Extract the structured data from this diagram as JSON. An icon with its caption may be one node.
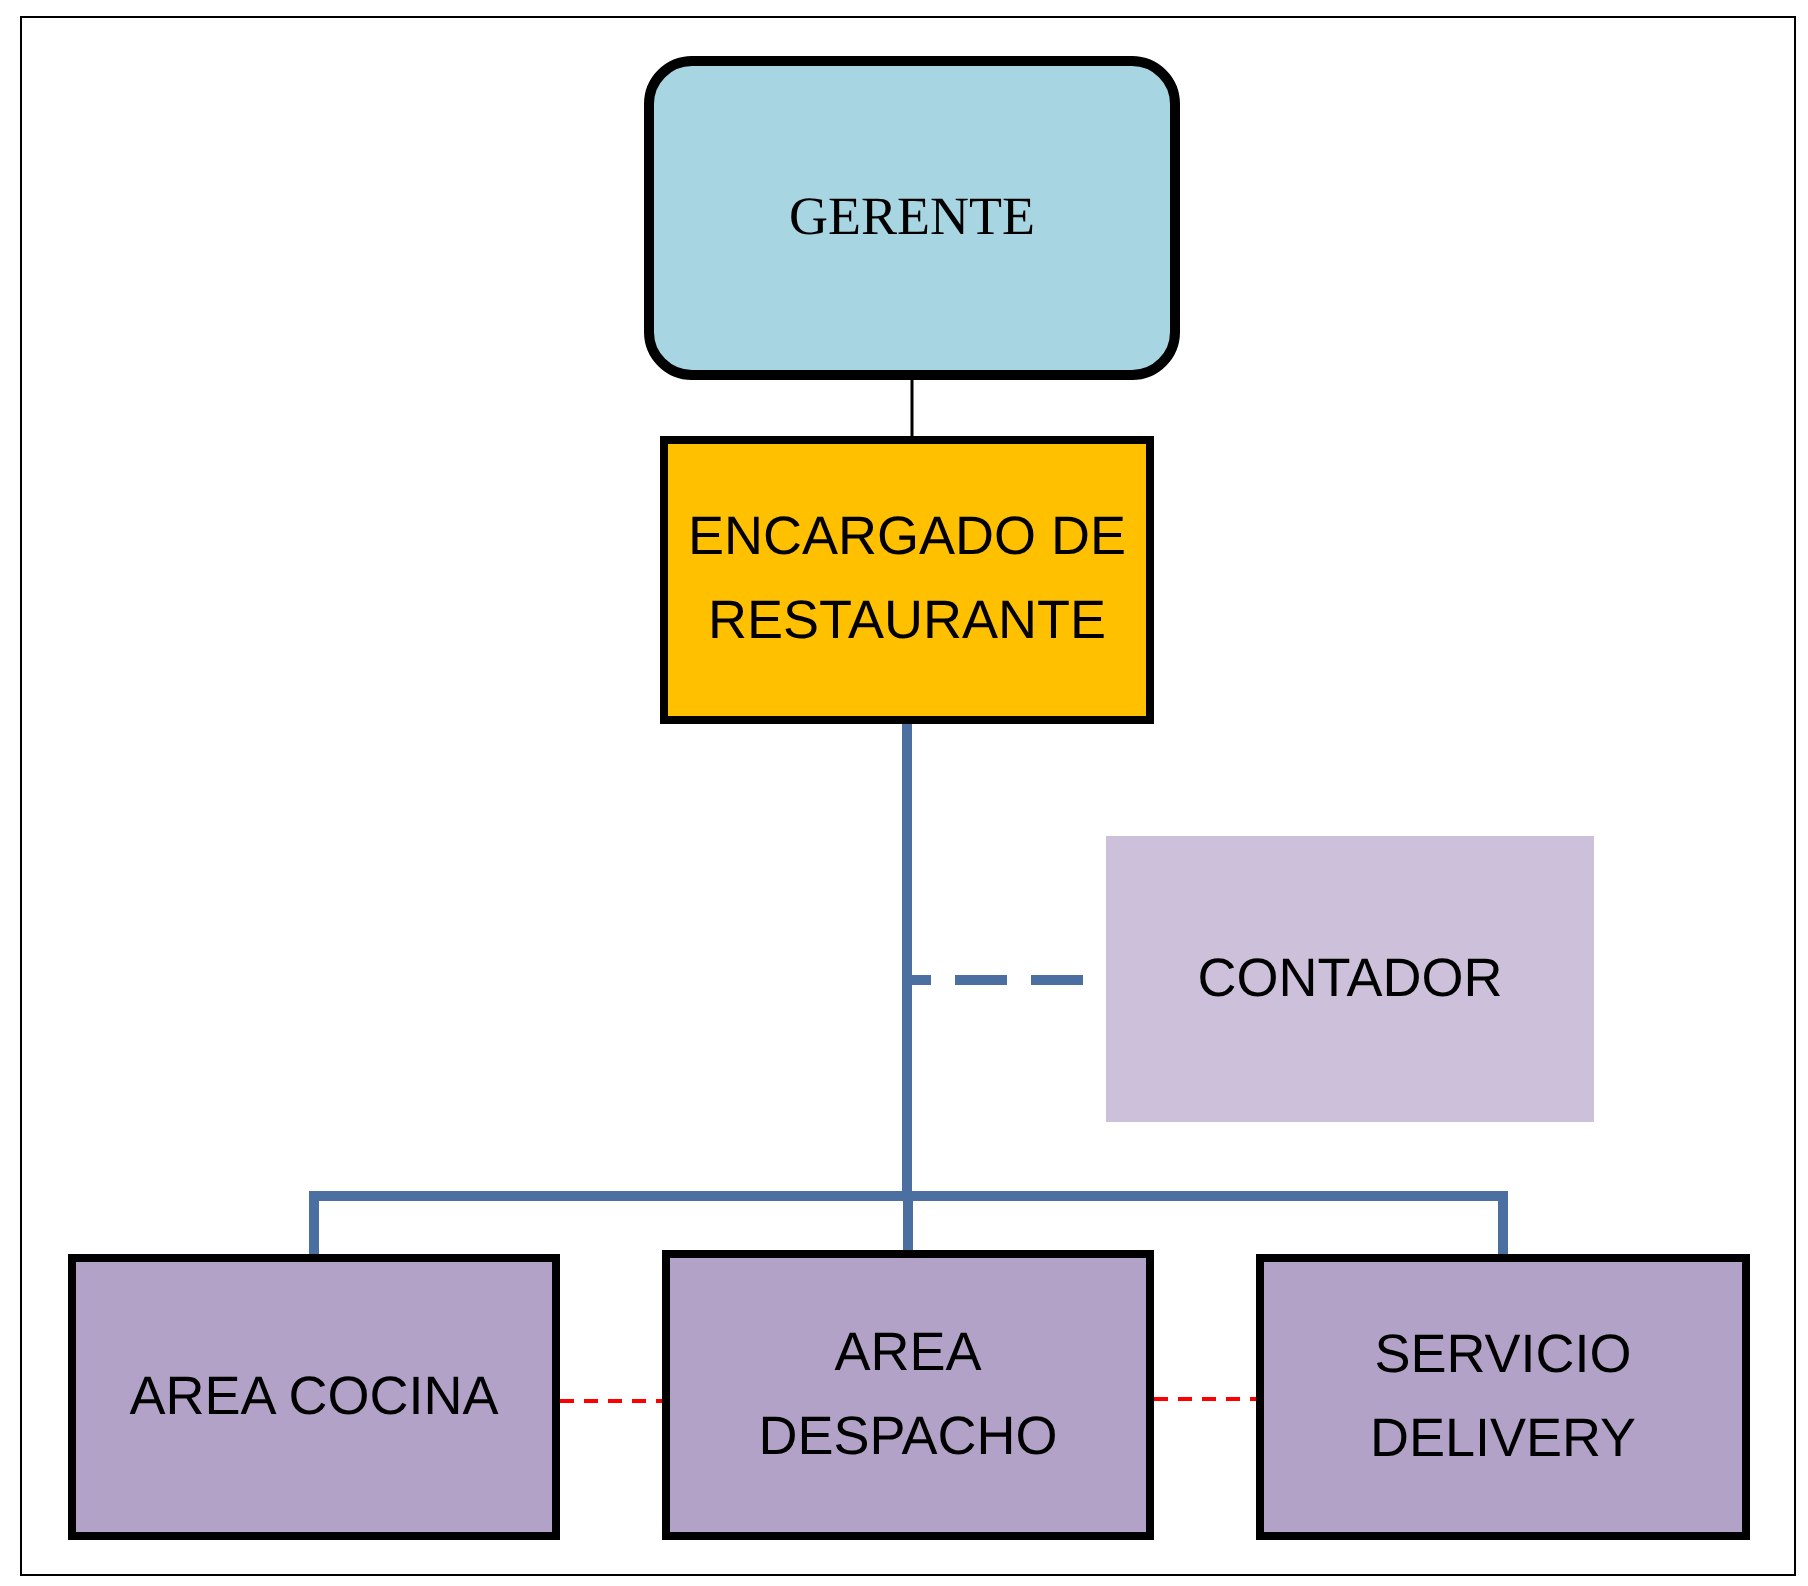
{
  "diagram": {
    "nodes": [
      {
        "text": [
          "GERENTE"
        ]
      },
      {
        "text": [
          "ENCARGADO DE RESTAURANTE"
        ]
      },
      {
        "text": [
          "CONTADOR"
        ]
      },
      {
        "text": [
          "AREA COCINA"
        ]
      },
      {
        "text": [
          "AREA DESPACHO"
        ]
      },
      {
        "text": [
          "SERVICIO DELIVERY"
        ]
      }
    ],
    "edges": [
      {
        "from": 0,
        "to": 1,
        "arrow": "none",
        "color": "#000000"
      },
      {
        "from": 1,
        "to": 2,
        "arrow": "none",
        "style": "dashed"
      },
      {
        "from": 1,
        "to": 3,
        "arrow": "none"
      },
      {
        "from": 1,
        "to": 4,
        "arrow": "none"
      },
      {
        "from": 1,
        "to": 5,
        "arrow": "none"
      },
      {
        "from": 3,
        "to": 4,
        "arrow": "none",
        "style": "dashed",
        "color": "#ff0000"
      },
      {
        "from": 4,
        "to": 5,
        "arrow": "none",
        "style": "dashed",
        "color": "#ff0000"
      }
    ]
  }
}
